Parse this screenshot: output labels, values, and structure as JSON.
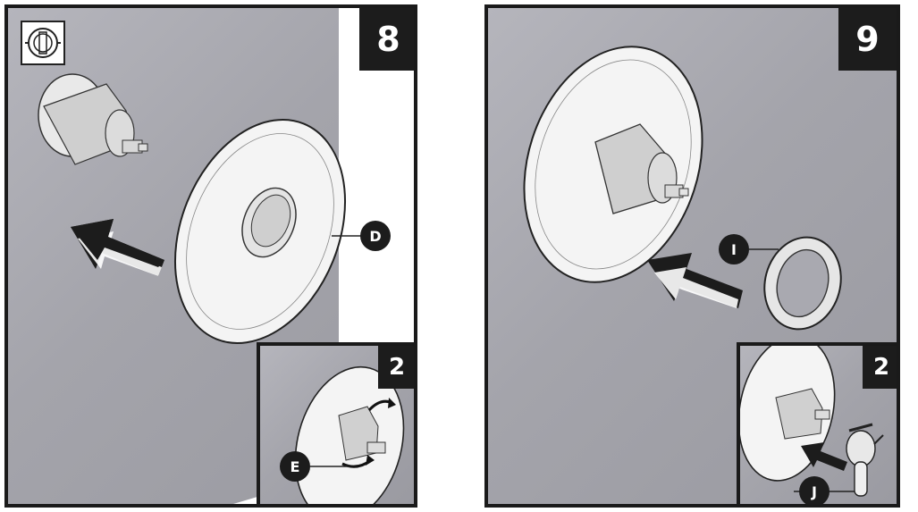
{
  "step8": {
    "step_number": "8",
    "inset_step": "2",
    "label_d": "D",
    "label_e": "E"
  },
  "step9": {
    "step_number": "9",
    "inset_step": "2",
    "label_i": "I",
    "label_j": "J"
  },
  "icons": {
    "valve_symbol": "valve-icon"
  },
  "colors": {
    "wall": "#a6a6ad",
    "badge": "#1c1c1c",
    "plate": "#f4f4f4",
    "outline": "#222222"
  }
}
